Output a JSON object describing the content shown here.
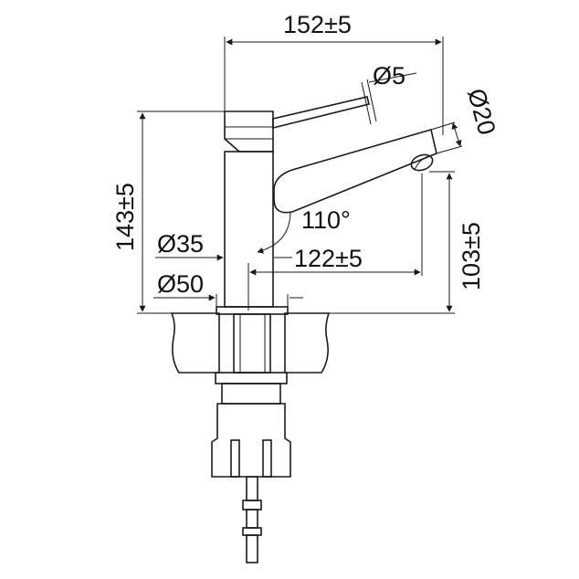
{
  "dimensions": {
    "overall_width": "152±5",
    "handle_diameter": "Ø5",
    "spout_diameter": "Ø20",
    "overall_height": "143±5",
    "spout_angle": "110°",
    "body_diameter": "Ø35",
    "spout_reach": "122±5",
    "base_diameter": "Ø50",
    "spout_height": "103±5"
  },
  "colors": {
    "line": "#1a1a1a",
    "hatch": "#1a1a1a",
    "background": "#ffffff"
  }
}
